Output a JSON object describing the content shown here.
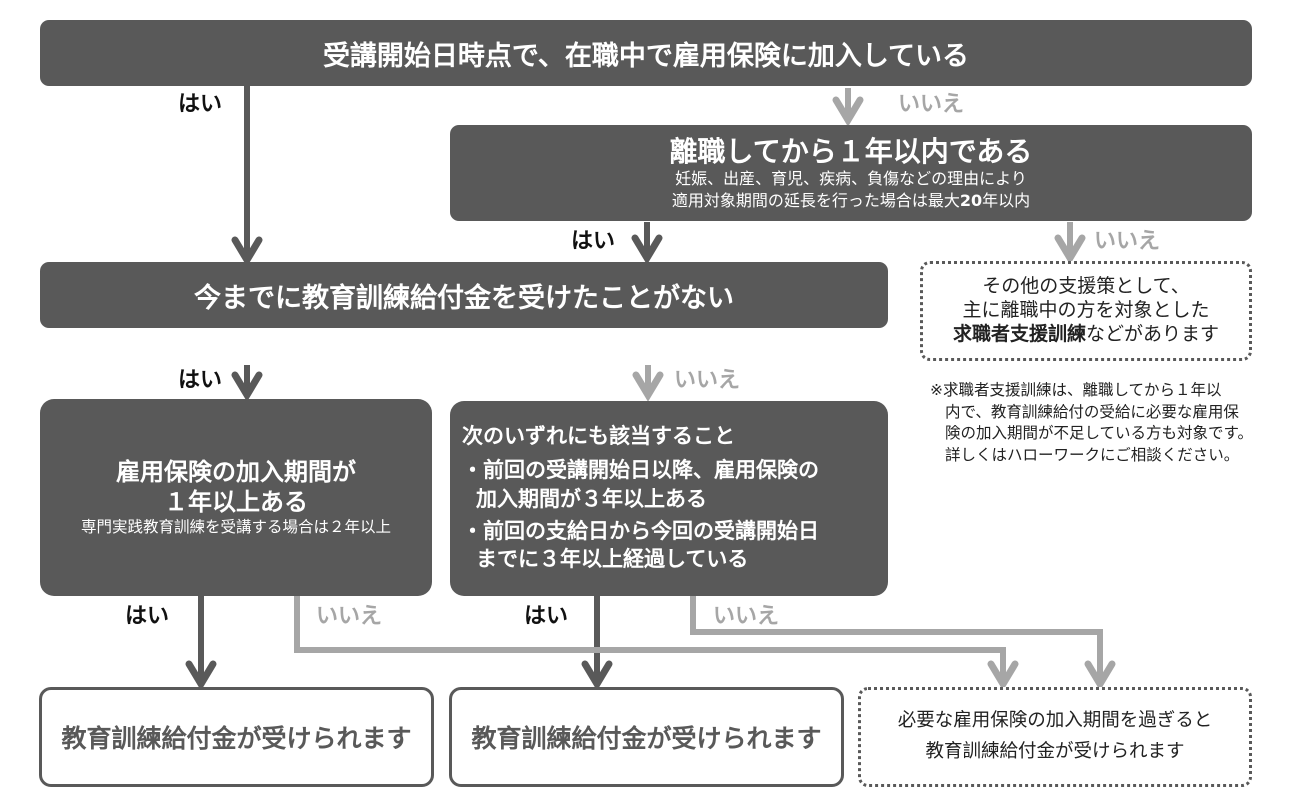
{
  "colors": {
    "dark_box": "#595959",
    "yes_arrow": "#595959",
    "no_arrow": "#a6a6a6",
    "yes_label": "#111111",
    "no_label": "#a6a6a6"
  },
  "labels": {
    "yes": "はい",
    "no": "いいえ"
  },
  "nodes": {
    "q1": {
      "title": "受講開始日時点で、在職中で雇用保険に加入している"
    },
    "q2": {
      "title": "離職してから１年以内である",
      "sub1": "妊娠、出産、育児、疾病、負傷などの理由により",
      "sub2_pre": "適用対象期間の延長を行った場合は最大",
      "sub2_bold": "20",
      "sub2_post": "年以内"
    },
    "other_support": {
      "line1": "その他の支援策として、",
      "line2": "主に離職中の方を対象とした",
      "line3_bold": "求職者支援訓練",
      "line3_rest": "などがあります"
    },
    "note": {
      "line1": "※求職者支援訓練は、離職してから１年以",
      "line2": "内で、教育訓練給付の受給に必要な雇用保",
      "line3": "険の加入期間が不足している方も対象です。",
      "line4": "詳しくはハローワークにご相談ください。"
    },
    "q3": {
      "title": "今までに教育訓練給付金を受けたことがない"
    },
    "q4": {
      "title1": "雇用保険の加入期間が",
      "title2": "１年以上ある",
      "sub": "専門実践教育訓練を受講する場合は２年以上"
    },
    "q5": {
      "title": "次のいずれにも該当すること",
      "bullet1_l1": "・前回の受講開始日以降、雇用保険の",
      "bullet1_l2": "加入期間が３年以上ある",
      "bullet2_l1": "・前回の支給日から今回の受講開始日",
      "bullet2_l2": "までに３年以上経過している"
    },
    "result1": {
      "text": "教育訓練給付金が受けられます"
    },
    "result2": {
      "text": "教育訓練給付金が受けられます"
    },
    "result3": {
      "line1": "必要な雇用保険の加入期間を過ぎると",
      "line2": "教育訓練給付金が受けられます"
    }
  }
}
